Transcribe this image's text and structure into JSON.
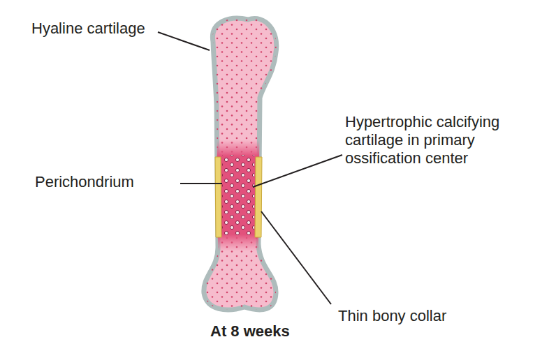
{
  "diagram": {
    "caption": "At 8 weeks",
    "labels": [
      "Hyaline cartilage",
      "Hypertrophic calcifying cartilage in primary ossification center",
      "Perichondrium",
      "Thin bony collar"
    ]
  }
}
